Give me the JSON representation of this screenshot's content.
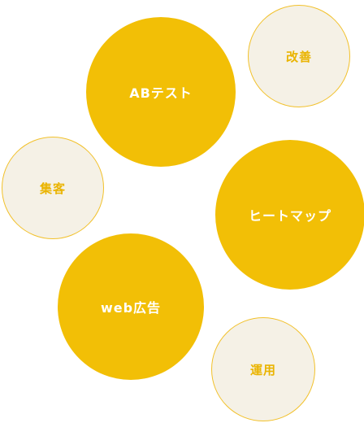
{
  "bubbles": {
    "ab_test": "ABテスト",
    "kaizen": "改善",
    "shukyaku": "集客",
    "heatmap": "ヒートマップ",
    "web_ad": "web広告",
    "unyou": "運用"
  },
  "colors": {
    "primary_fill": "#f2bf06",
    "secondary_fill": "#f5f1e6",
    "secondary_border": "#f2c12b",
    "secondary_text": "#eab400"
  }
}
